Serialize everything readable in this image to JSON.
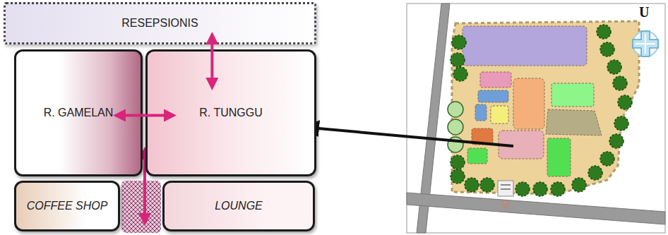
{
  "diagram": {
    "nodes": [
      {
        "text": [
          "RESEPSIONIS"
        ]
      },
      {
        "text": [
          "R. GAMELAN"
        ]
      },
      {
        "text": [
          "R. TUNGGU"
        ]
      },
      {
        "text": [
          "COFFEE SHOP"
        ]
      },
      {
        "text": [
          "LOUNGE"
        ]
      }
    ],
    "edges": [
      {
        "from": 0,
        "to": 2,
        "arrow": "both"
      },
      {
        "from": 1,
        "to": 2,
        "arrow": "both"
      }
    ],
    "labels": [
      "U"
    ]
  }
}
